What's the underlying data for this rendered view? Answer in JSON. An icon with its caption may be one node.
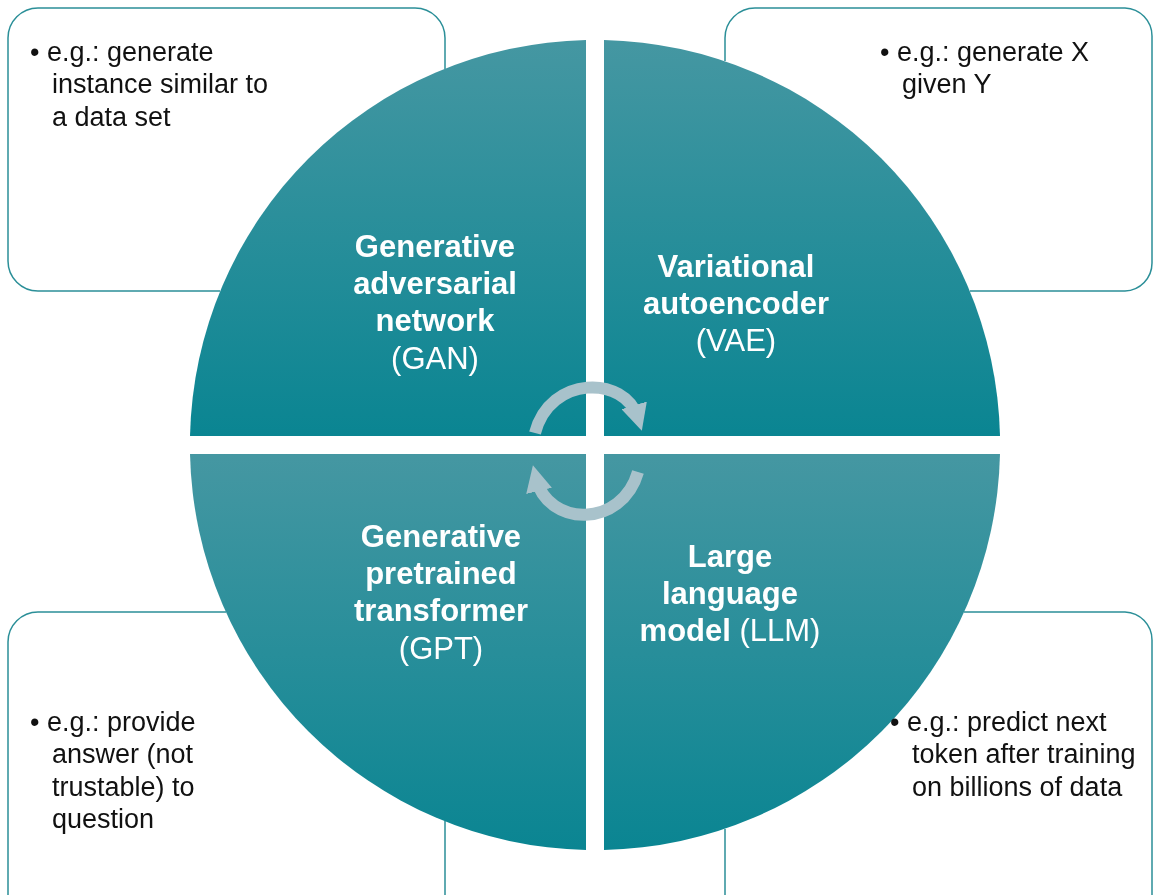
{
  "diagram": {
    "nodes": [
      {
        "text": [
          "• e.g.: generate instance similar to a data set"
        ]
      },
      {
        "text": [
          "• e.g.: generate X given Y"
        ]
      },
      {
        "text": [
          "**Generative adversarial network** (GAN)"
        ]
      },
      {
        "text": [
          "**Variational autoencoder** (VAE)"
        ]
      },
      {
        "text": [
          "**Generative pretrained transformer** (GPT)"
        ]
      },
      {
        "text": [
          "**Large language model** (LLM)"
        ]
      },
      {
        "text": [
          "• e.g.: provide answer (not trustable) to question"
        ]
      },
      {
        "text": [
          "• e.g.: predict next token after training on billions of data"
        ]
      }
    ],
    "edges": [
      {
        "from": 2,
        "to": 3,
        "arrow": "to"
      },
      {
        "from": 5,
        "to": 4,
        "arrow": "to"
      }
    ]
  }
}
